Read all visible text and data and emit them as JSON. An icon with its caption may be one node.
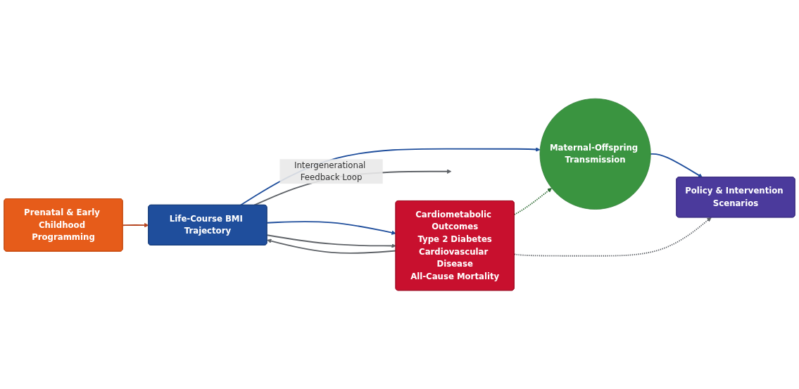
{
  "diagram": {
    "nodes": [
      {
        "text": [
          "Prenatal & Early Childhood Programming"
        ]
      },
      {
        "text": [
          "Life-Course BMI Trajectory"
        ]
      },
      {
        "text": [
          "Maternal-Offspring Transmission"
        ]
      },
      {
        "text": [
          "Policy & Intervention Scenarios"
        ]
      },
      {
        "text": [
          "Cardiometabolic Outcomes",
          "Type 2 Diabetes",
          "Cardiovascular Disease",
          "All-Cause Mortality"
        ]
      }
    ],
    "edges": [
      {
        "from": 0,
        "to": 1,
        "arrow": "to",
        "color": "#b5441f"
      },
      {
        "from": 1,
        "to": 2,
        "arrow": "to",
        "color": "#1f4e9c"
      },
      {
        "from": 2,
        "to": 3,
        "arrow": "to",
        "color": "#1f4e9c"
      },
      {
        "from": 1,
        "to": 4,
        "arrow": "to",
        "color": "#1f4e9c"
      },
      {
        "from": 1,
        "to": 4,
        "arrow": "to",
        "color": "#5f6368"
      },
      {
        "from": 4,
        "to": 1,
        "arrow": "to",
        "color": "#5f6368"
      },
      {
        "from": 1,
        "to": null,
        "arrow": "to",
        "label": "Intergenerational Feedback Loop",
        "color": "#5f6368"
      },
      {
        "from": 4,
        "to": 2,
        "arrow": "to",
        "style": "dashed",
        "color": "#2e6b34"
      },
      {
        "from": 4,
        "to": 3,
        "arrow": "to",
        "style": "dashed",
        "color": "#5f6368"
      }
    ]
  }
}
